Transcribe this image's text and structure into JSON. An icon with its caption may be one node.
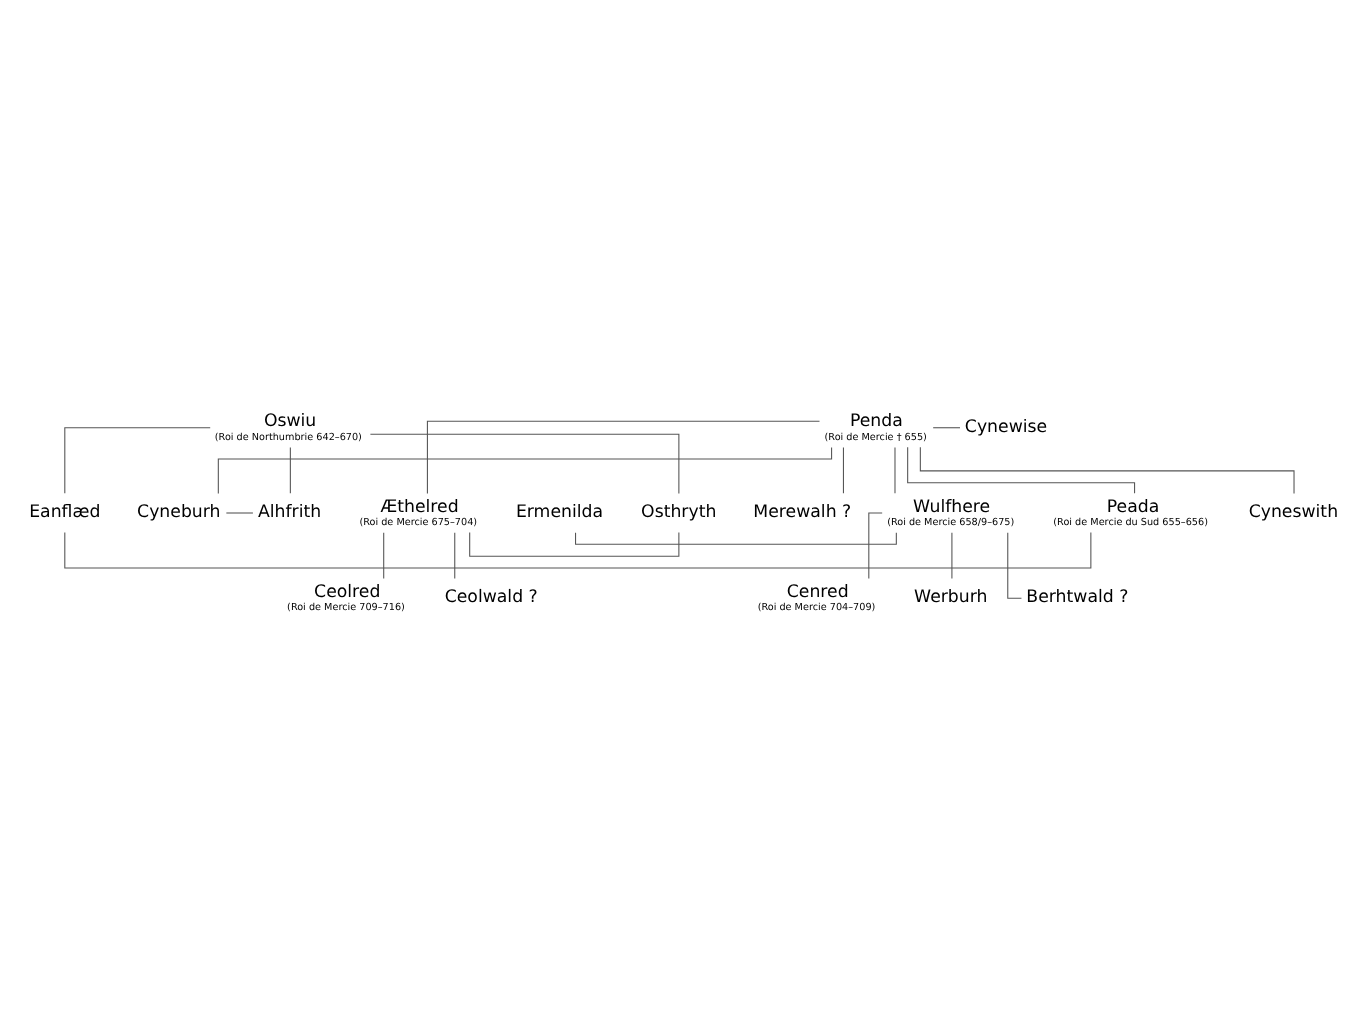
{
  "diagram": {
    "nodes": [
      {
        "text": [
          "Oswiu",
          "(Roi de Northumbrie 642–670)"
        ]
      },
      {
        "text": [
          "Penda",
          "(Roi de Mercie † 655)"
        ]
      },
      {
        "text": [
          "Cynewise"
        ]
      },
      {
        "text": [
          "Eanflæd"
        ]
      },
      {
        "text": [
          "Peada",
          "(Roi de Mercie du Sud 655–656)"
        ]
      },
      {
        "text": [
          "Cyneswith"
        ]
      },
      {
        "text": [
          "Cyneburh"
        ]
      },
      {
        "text": [
          "Alhfrith"
        ]
      },
      {
        "text": [
          "Merewalh ?"
        ]
      },
      {
        "text": [
          "Ermenilda"
        ]
      },
      {
        "text": [
          "Wulfhere",
          "(Roi de Mercie 658/9–675)"
        ]
      },
      {
        "text": [
          "Æthelred",
          "(Roi de Mercie 675–704)"
        ]
      },
      {
        "text": [
          "Osthryth"
        ]
      },
      {
        "text": [
          "Cenred",
          "(Roi de Mercie 704–709)"
        ]
      },
      {
        "text": [
          "Werburh"
        ]
      },
      {
        "text": [
          "Berhtwald ?"
        ]
      },
      {
        "text": [
          "Ceolred",
          "(Roi de Mercie 709–716)"
        ]
      },
      {
        "text": [
          "Ceolwald ?"
        ]
      }
    ],
    "edges": [
      {
        "from": 0,
        "to": 3,
        "arrow": "none"
      },
      {
        "from": 0,
        "to": 7,
        "arrow": "none"
      },
      {
        "from": 0,
        "to": 12,
        "arrow": "none"
      },
      {
        "from": 1,
        "to": 2,
        "arrow": "none"
      },
      {
        "from": 1,
        "to": 4,
        "arrow": "none"
      },
      {
        "from": 1,
        "to": 10,
        "arrow": "none"
      },
      {
        "from": 1,
        "to": 5,
        "arrow": "none"
      },
      {
        "from": 1,
        "to": 8,
        "arrow": "none"
      },
      {
        "from": 1,
        "to": 11,
        "arrow": "none"
      },
      {
        "from": 1,
        "to": 6,
        "arrow": "none"
      },
      {
        "from": 3,
        "to": 4,
        "arrow": "none"
      },
      {
        "from": 6,
        "to": 7,
        "arrow": "none"
      },
      {
        "from": 9,
        "to": 10,
        "arrow": "none"
      },
      {
        "from": 11,
        "to": 12,
        "arrow": "none"
      },
      {
        "from": 10,
        "to": 13,
        "arrow": "none"
      },
      {
        "from": 10,
        "to": 14,
        "arrow": "none"
      },
      {
        "from": 10,
        "to": 15,
        "arrow": "none"
      },
      {
        "from": 11,
        "to": 16,
        "arrow": "none"
      },
      {
        "from": 11,
        "to": 17,
        "arrow": "none"
      }
    ]
  }
}
